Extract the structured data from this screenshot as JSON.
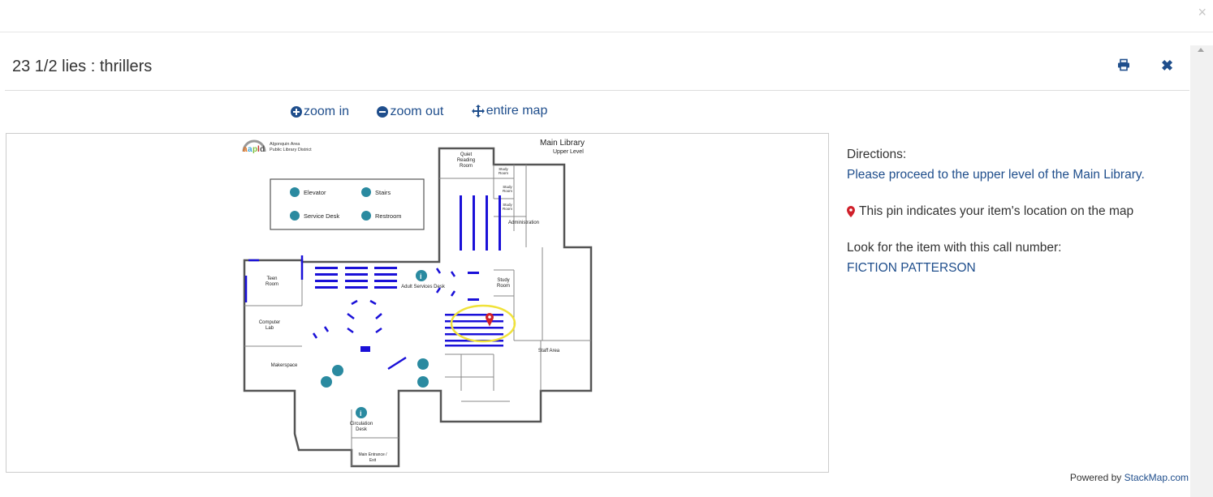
{
  "outer": {
    "close_label": "×"
  },
  "header": {
    "title": "23 1/2 lies : thrillers",
    "close_label": "✖"
  },
  "zoom": {
    "zoom_in": "zoom in",
    "zoom_out": "zoom out",
    "entire_map": "entire map"
  },
  "map": {
    "logo_line1": "Algonquin Area",
    "logo_line2": "Public Library District",
    "title": "Main Library",
    "subtitle": "Upper Level",
    "legend": {
      "elevator": "Elevator",
      "stairs": "Stairs",
      "service_desk": "Service Desk",
      "restroom": "Restroom"
    },
    "rooms": {
      "quiet1": "Quiet",
      "quiet2": "Reading",
      "quiet3": "Room",
      "study": "Study",
      "room": "Room",
      "administration": "Administration",
      "teen1": "Teen",
      "teen2": "Room",
      "computer1": "Computer",
      "computer2": "Lab",
      "makerspace": "Makerspace",
      "adult_services": "Adult Services Desk",
      "staff_area": "Staff Area",
      "circ1": "Circulation",
      "circ2": "Desk",
      "entrance1": "Main Entrance /",
      "entrance2": "Exit"
    },
    "pin_color": "#d0202a",
    "highlight_color": "#f0e23a",
    "shelf_color": "#1a10d8"
  },
  "info": {
    "directions_label": "Directions:",
    "directions_value": "Please proceed to the upper level of the Main Library.",
    "pin_text": "This pin indicates your item's location on the map",
    "call_label": "Look for the item with this call number:",
    "call_value": "FICTION PATTERSON"
  },
  "footer": {
    "powered_by": "Powered by",
    "link": "StackMap.com"
  }
}
